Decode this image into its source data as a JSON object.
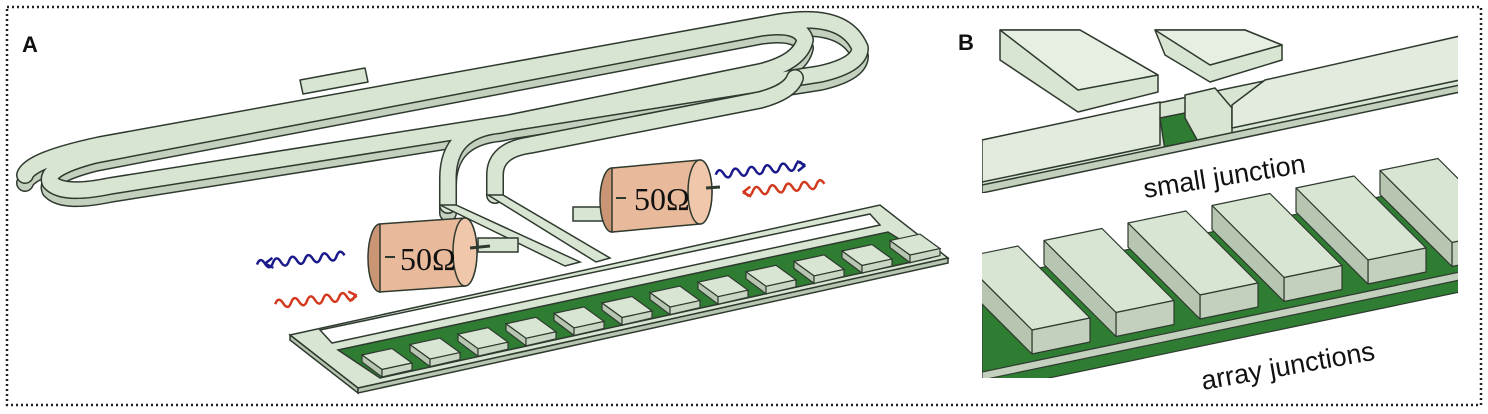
{
  "panels": {
    "a": {
      "label": "A"
    },
    "b": {
      "label": "B"
    }
  },
  "resistors": [
    {
      "label": "50Ω"
    },
    {
      "label": "50Ω"
    }
  ],
  "annotations": {
    "small_junction": "small junction",
    "array_junctions": "array junctions"
  },
  "colors": {
    "metal": "#d8e5d3",
    "metal_edge": "#2f3a2f",
    "substrate_green": "#2e7d32",
    "resistor": "#e8b99a",
    "wave_blue": "#1a1a8c",
    "wave_red": "#d23a1e"
  }
}
